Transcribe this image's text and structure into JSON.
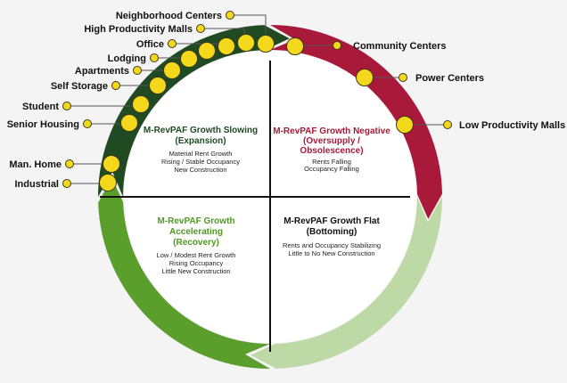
{
  "colors": {
    "expansion": "#1f4a22",
    "oversupply": "#a8193a",
    "recovery": "#5a9e2c",
    "bottoming": "#bcd9a6",
    "dot": "#f4d81c",
    "expansion_text": "#1f4a22",
    "oversupply_text": "#a8193a",
    "recovery_text": "#4f9a22",
    "bottoming_text": "#111111"
  },
  "quadrants": [
    {
      "title": [
        "M-RevPAF Growth Slowing",
        "(Expansion)"
      ],
      "desc": [
        "Material Rent Growth",
        "Rising / Stable Occupancy",
        "New Construction"
      ]
    },
    {
      "title": [
        "M-RevPAF Growth Negative",
        "(Oversupply /",
        "Obsolescence)"
      ],
      "desc": [
        "Rents Falling",
        "Occupancy Falling"
      ]
    },
    {
      "title": [
        "M-RevPAF Growth",
        "Accelerating",
        "(Recovery)"
      ],
      "desc": [
        "Low / Modest Rent Growth",
        "Rising Occupancy",
        "Little New Construction"
      ]
    },
    {
      "title": [
        "M-RevPAF Growth Flat",
        "(Bottoming)"
      ],
      "desc": [
        "Rents and Occupancy Stabilizing",
        "Little to No New Construction"
      ]
    }
  ],
  "property_types": [
    "Neighborhood Centers",
    "High Productivity Malls",
    "Office",
    "Lodging",
    "Apartments",
    "Self Storage",
    "Student",
    "Senior Housing",
    "Man. Home",
    "Industrial",
    "Community Centers",
    "Power Centers",
    "Low Productivity Malls"
  ]
}
